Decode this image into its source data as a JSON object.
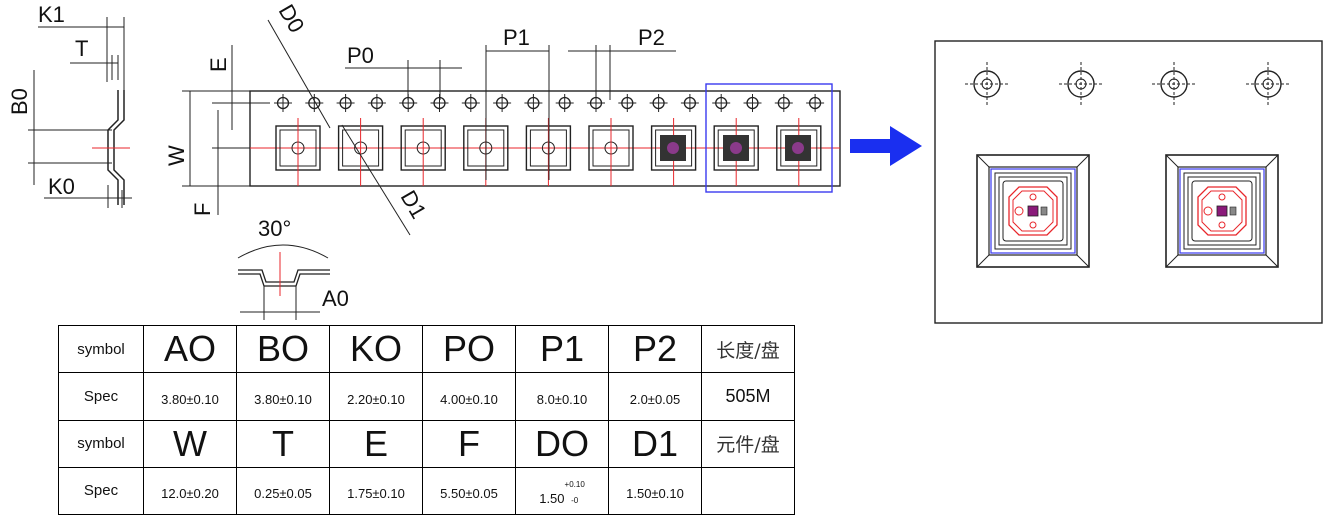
{
  "labels": {
    "k1": "K1",
    "t": "T",
    "b0": "B0",
    "k0": "K0",
    "e": "E",
    "w": "W",
    "f": "F",
    "d0": "D0",
    "d1": "D1",
    "p0": "P0",
    "p1": "P1",
    "p2": "P2",
    "a0": "A0",
    "angle": "30°"
  },
  "table": {
    "row1": {
      "label": "symbol",
      "cells": [
        "AO",
        "BO",
        "KO",
        "PO",
        "P1",
        "P2"
      ],
      "extra": "长度/盘"
    },
    "row2": {
      "label": "Spec",
      "cells": [
        "3.80±0.10",
        "3.80±0.10",
        "2.20±0.10",
        "4.00±0.10",
        "8.0±0.10",
        "2.0±0.05"
      ],
      "extra": "505M"
    },
    "row3": {
      "label": "symbol",
      "cells": [
        "W",
        "T",
        "E",
        "F",
        "DO",
        "D1"
      ],
      "extra": "元件/盘"
    },
    "row4": {
      "label": "Spec",
      "cells": [
        "12.0±0.20",
        "0.25±0.05",
        "1.75±0.10",
        "5.50±0.05",
        "",
        "1.50±0.10"
      ],
      "extra": "",
      "d0": {
        "base": "1.50",
        "plus": "+0.10",
        "minus": "-0"
      }
    }
  },
  "colors": {
    "centerline": "#e8262b",
    "highlight": "#3a3af0",
    "arrow": "#1a2ff0",
    "outline": "#222222"
  }
}
